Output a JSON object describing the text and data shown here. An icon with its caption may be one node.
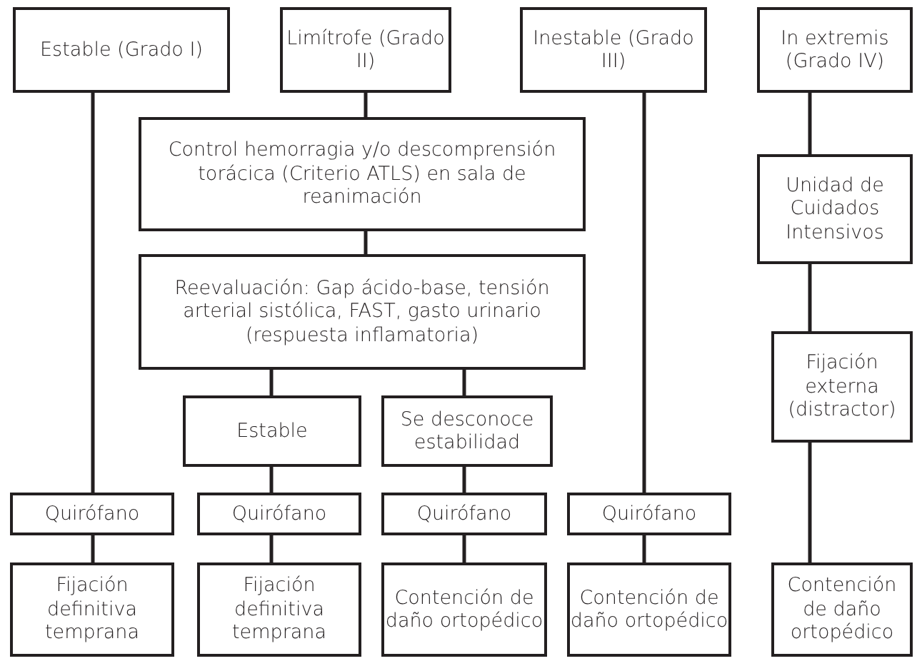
{
  "diagram": {
    "nodes": [
      {
        "text": [
          "Estable (Grado I)"
        ]
      },
      {
        "text": [
          "Limítrofe (Grado II)"
        ]
      },
      {
        "text": [
          "Inestable (Grado III)"
        ]
      },
      {
        "text": [
          "In extremis (Grado IV)"
        ]
      },
      {
        "text": [
          "Control hemorragia y/o descomprensión torácica (Criterio ATLS) en sala de reanimación"
        ]
      },
      {
        "text": [
          "Reevaluación: Gap ácido-base, tensión arterial sistólica, FAST, gasto urinario (respuesta inflamatoria)"
        ]
      },
      {
        "text": [
          "Estable"
        ]
      },
      {
        "text": [
          "Se desconoce estabilidad"
        ]
      },
      {
        "text": [
          "Quirófano"
        ]
      },
      {
        "text": [
          "Quirófano"
        ]
      },
      {
        "text": [
          "Quirófano"
        ]
      },
      {
        "text": [
          "Quirófano"
        ]
      },
      {
        "text": [
          "Fijación definitiva temprana"
        ]
      },
      {
        "text": [
          "Fijación definitiva temprana"
        ]
      },
      {
        "text": [
          "Contención de daño ortopédico"
        ]
      },
      {
        "text": [
          "Contención de daño ortopédico"
        ]
      },
      {
        "text": [
          "Unidad de Cuidados Intensivos"
        ]
      },
      {
        "text": [
          "Fijación externa (distractor)"
        ]
      },
      {
        "text": [
          "Contención de daño ortopédico"
        ]
      }
    ],
    "edges": [
      {
        "from": 0,
        "to": 8,
        "arrow": "none"
      },
      {
        "from": 8,
        "to": 12,
        "arrow": "none"
      },
      {
        "from": 1,
        "to": 4,
        "arrow": "none"
      },
      {
        "from": 4,
        "to": 5,
        "arrow": "none"
      },
      {
        "from": 5,
        "to": 6,
        "arrow": "none"
      },
      {
        "from": 5,
        "to": 7,
        "arrow": "none"
      },
      {
        "from": 6,
        "to": 9,
        "arrow": "none"
      },
      {
        "from": 9,
        "to": 13,
        "arrow": "none"
      },
      {
        "from": 7,
        "to": 10,
        "arrow": "none"
      },
      {
        "from": 10,
        "to": 14,
        "arrow": "none"
      },
      {
        "from": 2,
        "to": 11,
        "arrow": "none"
      },
      {
        "from": 11,
        "to": 15,
        "arrow": "none"
      },
      {
        "from": 3,
        "to": 16,
        "arrow": "none"
      },
      {
        "from": 16,
        "to": 17,
        "arrow": "none"
      },
      {
        "from": 17,
        "to": 18,
        "arrow": "none"
      }
    ]
  }
}
